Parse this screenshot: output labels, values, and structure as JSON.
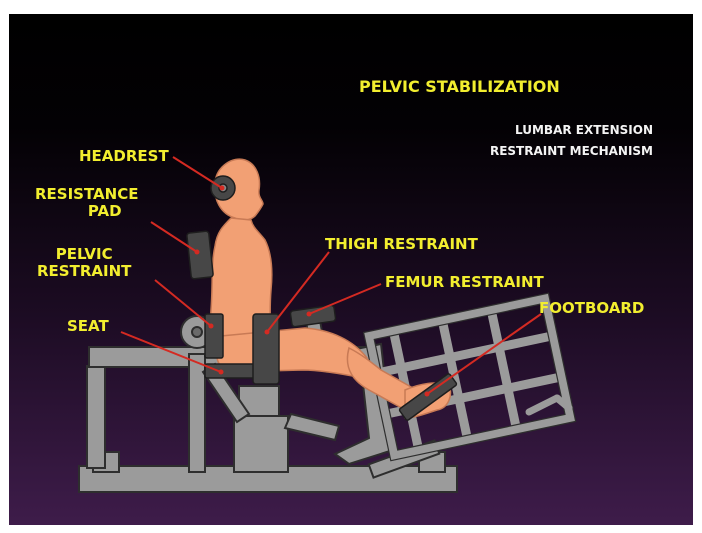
{
  "title": "PELVIC STABILIZATION",
  "subtitle": {
    "line1": "LUMBAR EXTENSION",
    "line2": "RESTRAINT MECHANISM"
  },
  "labels": {
    "headrest": "HEADREST",
    "resistance_pad_1": "RESISTANCE",
    "resistance_pad_2": "PAD",
    "pelvic_restraint_1": "PELVIC",
    "pelvic_restraint_2": "RESTRAINT",
    "seat": "SEAT",
    "thigh_restraint": "THIGH RESTRAINT",
    "femur_restraint": "FEMUR RESTRAINT",
    "footboard": "FOOTBOARD"
  },
  "colors": {
    "background_top": "#000000",
    "background_bottom": "#3e1c4a",
    "label_text": "#f2ee2f",
    "subtitle_text": "#f4f4f4",
    "leader_line": "#d42a22",
    "machine_frame": "#9b9b9b",
    "machine_outline": "#2e2e2e",
    "pad": "#454545",
    "body": "#f2a074"
  }
}
